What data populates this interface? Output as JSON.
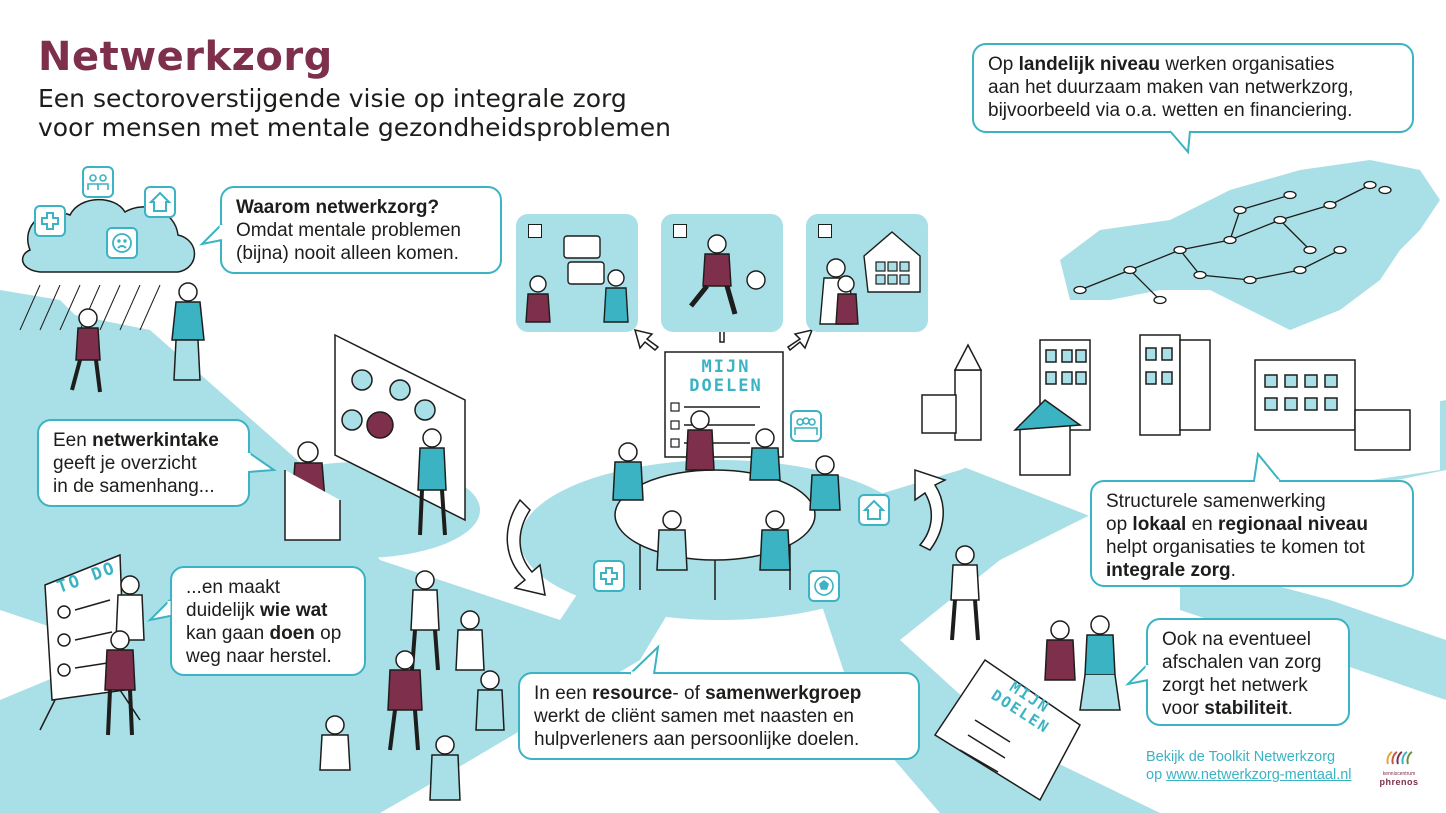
{
  "header": {
    "title": "Netwerkzorg",
    "subtitle_line1": "Een sectoroverstijgende visie op integrale zorg",
    "subtitle_line2": "voor mensen met mentale gezondheidsproblemen"
  },
  "bubbles": {
    "national": {
      "l1_pre": "Op ",
      "l1_bold": "landelijk niveau",
      "l1_post": " werken organisaties",
      "l2": "aan het duurzaam maken van netwerkzorg,",
      "l3": "bijvoorbeeld via o.a. wetten en financiering."
    },
    "why": {
      "l1_bold": "Waarom netwerkzorg?",
      "l2": "Omdat mentale problemen",
      "l3": "(bijna) nooit alleen komen."
    },
    "intake": {
      "l1_pre": "Een ",
      "l1_bold": "netwerkintake",
      "l2": "geeft je overzicht",
      "l3": "in de samenhang..."
    },
    "clarify": {
      "l1": "...en maakt",
      "l2_pre": "duidelijk ",
      "l2_bold": "wie wat",
      "l3_pre": "kan gaan ",
      "l3_bold": "doen",
      "l3_post": " op",
      "l4": "weg naar herstel."
    },
    "resource": {
      "l1_pre": "In een ",
      "l1_bold1": "resource",
      "l1_mid": "- of ",
      "l1_bold2": "samenwerkgroep",
      "l2": "werkt de cliënt samen met naasten en",
      "l3": "hulpverleners aan persoonlijke doelen."
    },
    "structural": {
      "l1": "Structurele samenwerking",
      "l2_pre": "op ",
      "l2_bold1": "lokaal",
      "l2_mid": " en ",
      "l2_bold2": "regionaal niveau",
      "l3": "helpt organisaties te komen tot",
      "l4_bold": "integrale zorg",
      "l4_post": "."
    },
    "stability": {
      "l1": "Ook na eventueel",
      "l2": "afschalen van zorg",
      "l3": "zorgt het netwerk",
      "l4_pre": "voor ",
      "l4_bold": "stabiliteit",
      "l4_post": "."
    }
  },
  "boards": {
    "goals_board": "MIJN DOELEN",
    "goals_paper": "MIJN DOELEN",
    "todo": "TO DO"
  },
  "footer": {
    "line1": "Bekijk de Toolkit Netwerkzorg",
    "line2_pre": "op ",
    "line2_link": "www.netwerkzorg-mentaal.nl"
  },
  "logo": {
    "word": "phrenos",
    "small": "kenniscentrum"
  },
  "colors": {
    "title": "#7d2f4c",
    "accent": "#3bb3c3",
    "light_teal": "#a9dfe7",
    "burgundy": "#7d2f4c",
    "text": "#1d1d1b"
  },
  "icons": [
    "plus-icon",
    "house-icon",
    "people-icon",
    "sad-face-icon",
    "football-icon",
    "chat-icon"
  ]
}
